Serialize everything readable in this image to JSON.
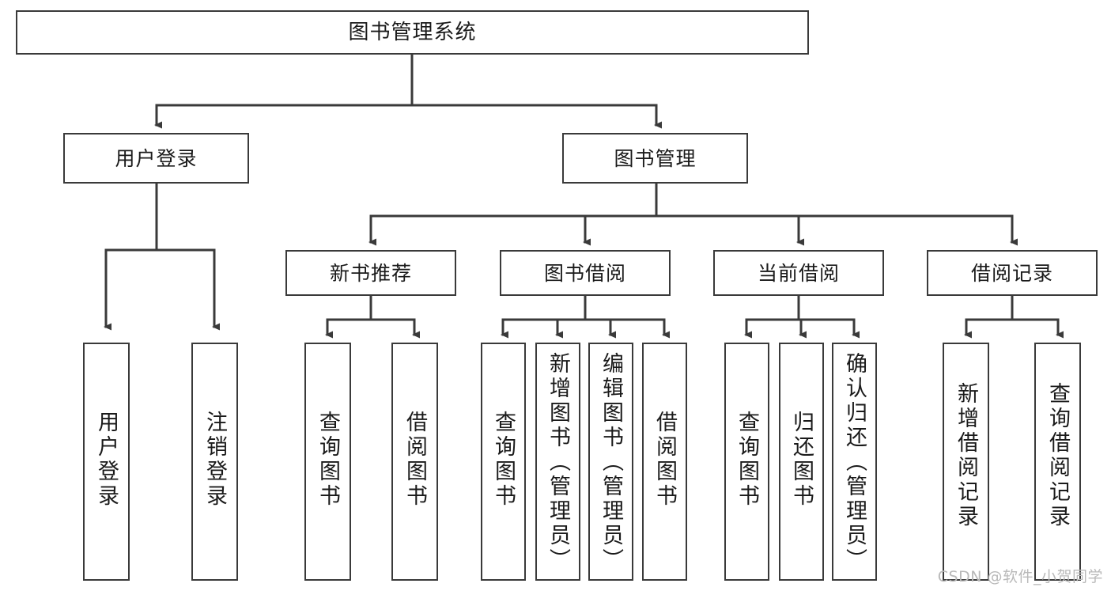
{
  "diagram": {
    "title": "图书管理系统",
    "type": "tree-hierarchy-chart",
    "watermark": "CSDN @软件_小贺同学",
    "line_color": "#3a3a3a",
    "box_fill": "#ffffff",
    "text_color": "#1a1a1a",
    "levels": {
      "root": "图书管理系统",
      "level1": [
        "用户登录",
        "图书管理"
      ],
      "level2": [
        "新书推荐",
        "图书借阅",
        "当前借阅",
        "借阅记录"
      ]
    }
  },
  "nodes": {
    "root": {
      "label": "图书管理系统"
    },
    "user_login": {
      "label": "用户登录"
    },
    "book_manage": {
      "label": "图书管理"
    },
    "new_book_rec": {
      "label": "新书推荐"
    },
    "book_borrow": {
      "label": "图书借阅"
    },
    "current_borrow": {
      "label": "当前借阅"
    },
    "borrow_record": {
      "label": "借阅记录"
    },
    "leaf_user_login": {
      "label": "用户登录"
    },
    "leaf_logout": {
      "label": "注销登录"
    },
    "leaf_query_book_1": {
      "label": "查询图书"
    },
    "leaf_borrow_book_1": {
      "label": "借阅图书"
    },
    "leaf_query_book_2": {
      "label": "查询图书"
    },
    "leaf_add_book": {
      "label": "新增图书（管理员）"
    },
    "leaf_edit_book": {
      "label": "编辑图书（管理员）"
    },
    "leaf_borrow_book_2": {
      "label": "借阅图书"
    },
    "leaf_query_book_3": {
      "label": "查询图书"
    },
    "leaf_return_book": {
      "label": "归还图书"
    },
    "leaf_confirm_return": {
      "label": "确认归还（管理员）"
    },
    "leaf_add_record": {
      "label": "新增借阅记录"
    },
    "leaf_query_record": {
      "label": "查询借阅记录"
    }
  }
}
